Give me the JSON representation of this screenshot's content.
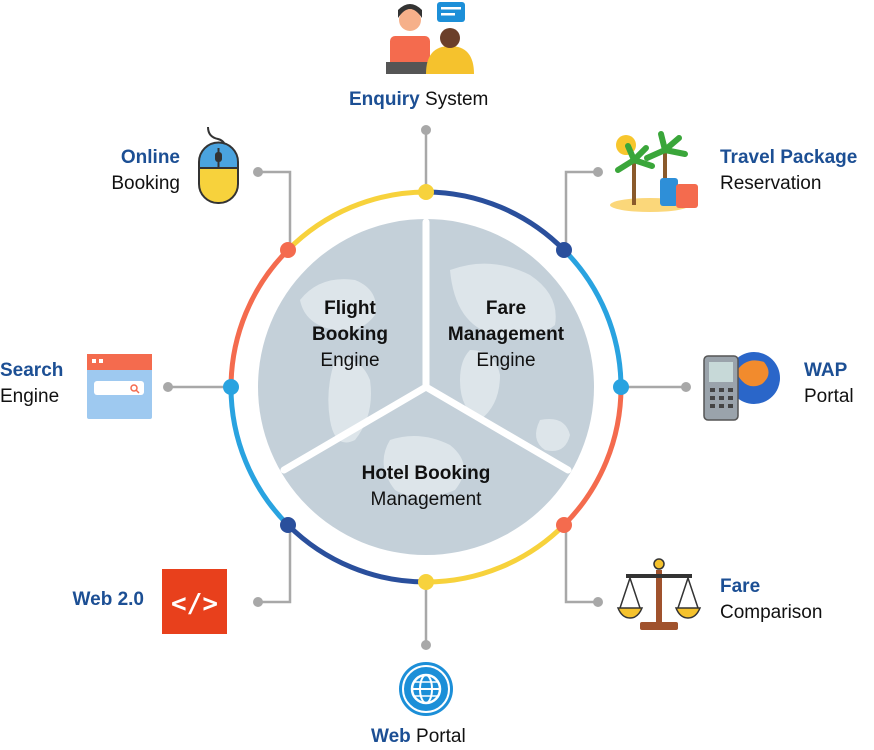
{
  "center_segments": [
    {
      "title_lines": [
        "Flight",
        "Booking"
      ],
      "subtitle": "Engine"
    },
    {
      "title_lines": [
        "Fare",
        "Management"
      ],
      "subtitle": "Engine"
    },
    {
      "title_lines": [
        "Hotel Booking"
      ],
      "subtitle": "Management"
    }
  ],
  "nodes": {
    "enquiry": {
      "bold": "Enquiry",
      "normal": "System",
      "icon": "support-agent-icon"
    },
    "travel_package": {
      "bold": "Travel Package",
      "normal": "Reservation",
      "icon": "beach-luggage-icon"
    },
    "wap": {
      "bold": "WAP",
      "normal": "Portal",
      "icon": "mobile-globe-icon"
    },
    "fare_comparison": {
      "bold": "Fare",
      "normal": "Comparison",
      "icon": "scales-icon"
    },
    "web_portal": {
      "bold": "Web",
      "normal": "Portal",
      "icon": "globe-icon"
    },
    "web20": {
      "bold": "Web 2.0",
      "normal": "",
      "icon": "code-icon",
      "code_glyph": "</>"
    },
    "search_engine": {
      "bold": "Search",
      "normal": "Engine",
      "icon": "search-window-icon"
    },
    "online_booking": {
      "bold": "Online",
      "normal": "Booking",
      "icon": "mouse-icon"
    }
  },
  "colors": {
    "bold_label": "#1c4f94",
    "ring_yellow": "#f7d23c",
    "ring_navy": "#2a4f9c",
    "ring_sky": "#29a3e0",
    "ring_coral": "#f46b4e",
    "globe": "#c4d0d9",
    "connector": "#a8a8a8"
  }
}
